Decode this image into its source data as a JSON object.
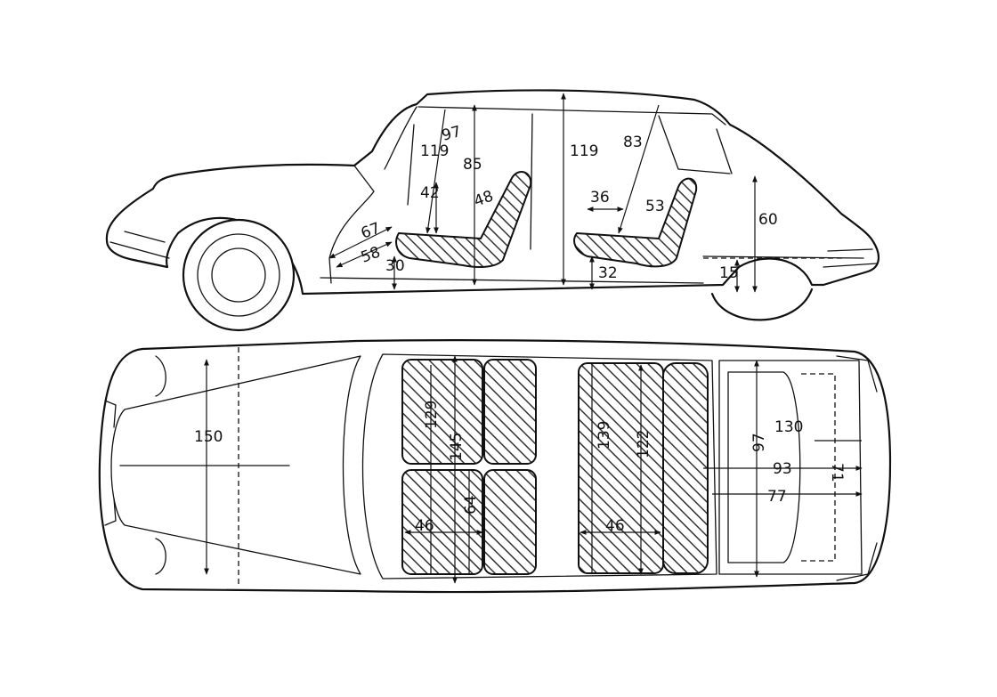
{
  "side_view": {
    "dimensions": {
      "headroom_front": "119",
      "front_diagonal": "97",
      "front_seat_height": "85",
      "front_cushion_to_roof": "42",
      "front_seatback": "48",
      "pedal_distance": "67",
      "footwell_length": "58",
      "front_seat_floor": "30",
      "headroom_rear": "119",
      "rear_diagonal": "83",
      "rear_knee": "36",
      "rear_seatback": "53",
      "rear_seat_floor": "32",
      "trunk_height": "60",
      "trunk_sill": "15"
    }
  },
  "top_view": {
    "dimensions": {
      "bonnet_width": "150",
      "front_seat_length": "129",
      "front_shoulder_width": "145",
      "front_seat_depth": "64",
      "front_seat_width": "46",
      "rear_shoulder_width": "139",
      "rear_bench_width": "122",
      "rear_seat_width": "46",
      "trunk_width_outer": "130",
      "trunk_width": "97",
      "trunk_inner": "93",
      "trunk_floor": "77",
      "trunk_depth": "71"
    }
  }
}
